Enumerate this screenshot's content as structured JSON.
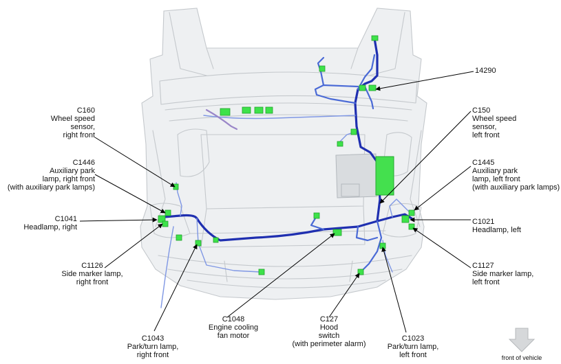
{
  "callouts": [
    {
      "id": "c160",
      "lines": [
        "C160",
        "Wheel speed",
        "sensor,",
        "right front"
      ]
    },
    {
      "id": "c1446",
      "lines": [
        "C1446",
        "Auxiliary park",
        "lamp, right front",
        "(with auxiliary park lamps)"
      ]
    },
    {
      "id": "c1041",
      "lines": [
        "C1041",
        "Headlamp, right"
      ]
    },
    {
      "id": "c1126",
      "lines": [
        "C1126",
        "Side marker lamp,",
        "right front"
      ]
    },
    {
      "id": "c1043",
      "lines": [
        "C1043",
        "Park/turn lamp,",
        "right front"
      ]
    },
    {
      "id": "c1048",
      "lines": [
        "C1048",
        "Engine cooling",
        "fan motor"
      ]
    },
    {
      "id": "c127",
      "lines": [
        "C127",
        "Hood",
        "switch",
        "(with perimeter alarm)"
      ]
    },
    {
      "id": "c1023",
      "lines": [
        "C1023",
        "Park/turn lamp,",
        "left front"
      ]
    },
    {
      "id": "c14290",
      "lines": [
        "14290"
      ]
    },
    {
      "id": "c150",
      "lines": [
        "C150",
        "Wheel speed",
        "sensor,",
        "left front"
      ]
    },
    {
      "id": "c1445",
      "lines": [
        "C1445",
        "Auxiliary park",
        "lamp, left front",
        "(with auxiliary park lamps)"
      ]
    },
    {
      "id": "c1021",
      "lines": [
        "C1021",
        "Headlamp, left"
      ]
    },
    {
      "id": "c1127",
      "lines": [
        "C1127",
        "Side marker lamp,",
        "left front"
      ]
    }
  ],
  "orientation": {
    "label": "front of vehicle"
  },
  "colors": {
    "harness_dark": "#1f2fb0",
    "harness_mid": "#4a6ad6",
    "harness_light": "#7f97e4",
    "connector_green": "#3ee24a",
    "body_outline": "#c4c8cc",
    "body_fill": "#eef0f2",
    "leader": "#000000"
  }
}
